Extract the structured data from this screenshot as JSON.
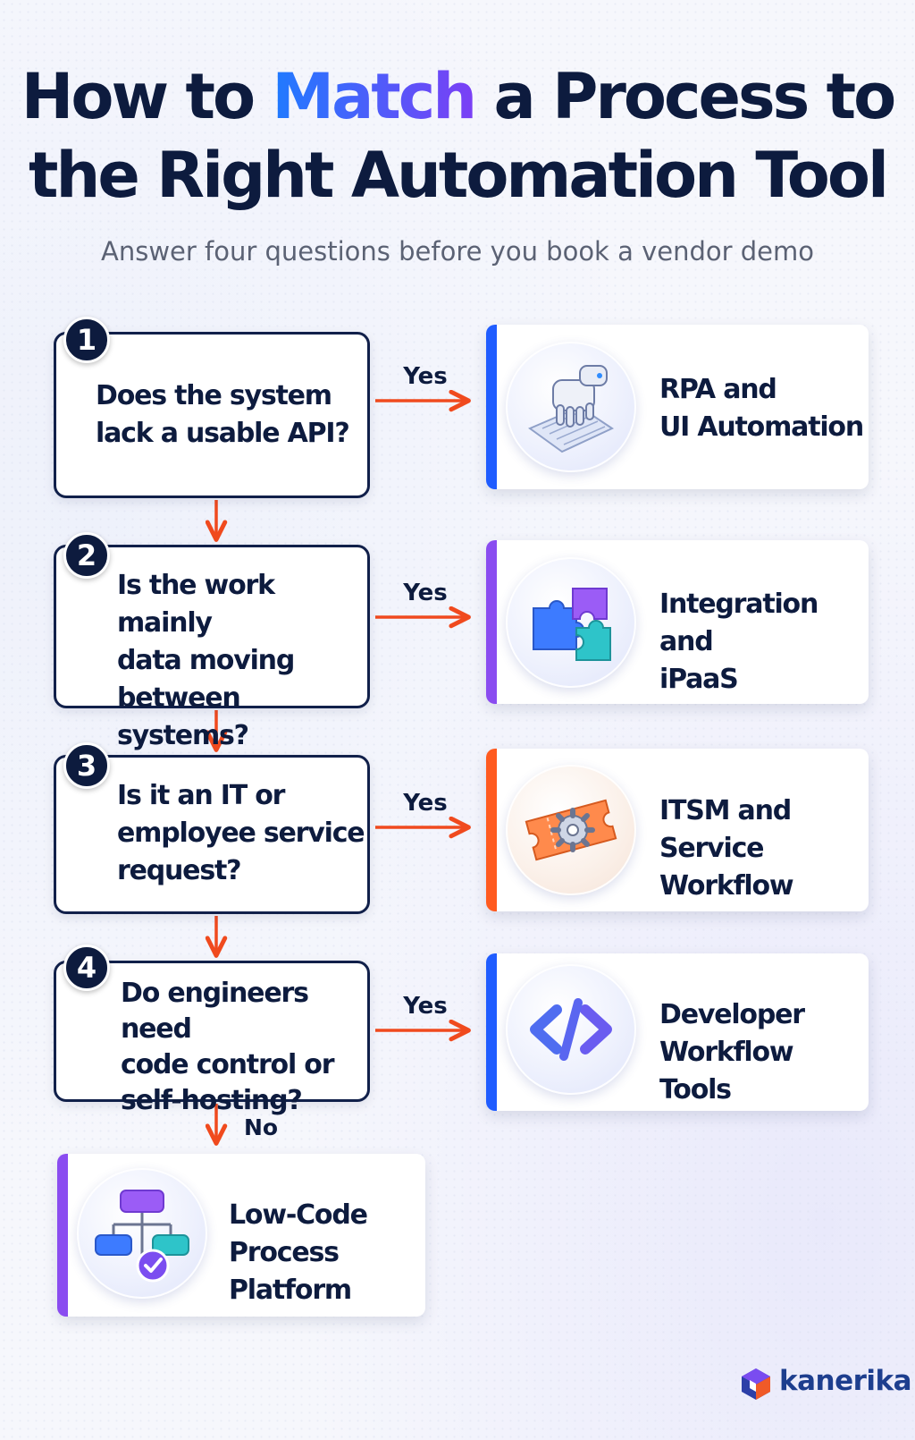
{
  "title": {
    "before": "How to ",
    "accent": "Match",
    "after_line1": " a Process to",
    "line2": "the Right Automation Tool"
  },
  "subtitle": "Answer four questions before you book a vendor demo",
  "questions": [
    {
      "number": "1",
      "text": "Does the system\nlack a usable API?",
      "branch_label": "Yes"
    },
    {
      "number": "2",
      "text": "Is the work mainly\ndata moving\nbetween systems?",
      "branch_label": "Yes"
    },
    {
      "number": "3",
      "text": "Is it an IT or\nemployee service\nrequest?",
      "branch_label": "Yes"
    },
    {
      "number": "4",
      "text": "Do engineers need\ncode control or\nself-hosting?",
      "branch_label": "Yes"
    }
  ],
  "no_label": "No",
  "tools": [
    {
      "label": "RPA and\nUI Automation",
      "icon": "robot-hand-keyboard-icon",
      "accent_color": "#1f5cff"
    },
    {
      "label": "Integration and\niPaaS",
      "icon": "puzzle-pieces-icon",
      "accent_color": "#8a4cf0"
    },
    {
      "label": "ITSM and\nService Workflow",
      "icon": "service-ticket-gear-icon",
      "accent_color": "#ff5a1f"
    },
    {
      "label": "Developer\nWorkflow Tools",
      "icon": "code-brackets-icon",
      "accent_color": "#1f5cff"
    }
  ],
  "fallback_tool": {
    "label": "Low-Code\nProcess Platform",
    "icon": "flowchart-check-icon",
    "accent_color": "#8a4cf0"
  },
  "brand": {
    "name": "kanerika",
    "color": "#1d3e8e"
  },
  "colors": {
    "arrow": "#f04a1e",
    "text_dark": "#0d1b3e",
    "title_accent_start": "#1f7bff",
    "title_accent_end": "#7b3ff5"
  }
}
